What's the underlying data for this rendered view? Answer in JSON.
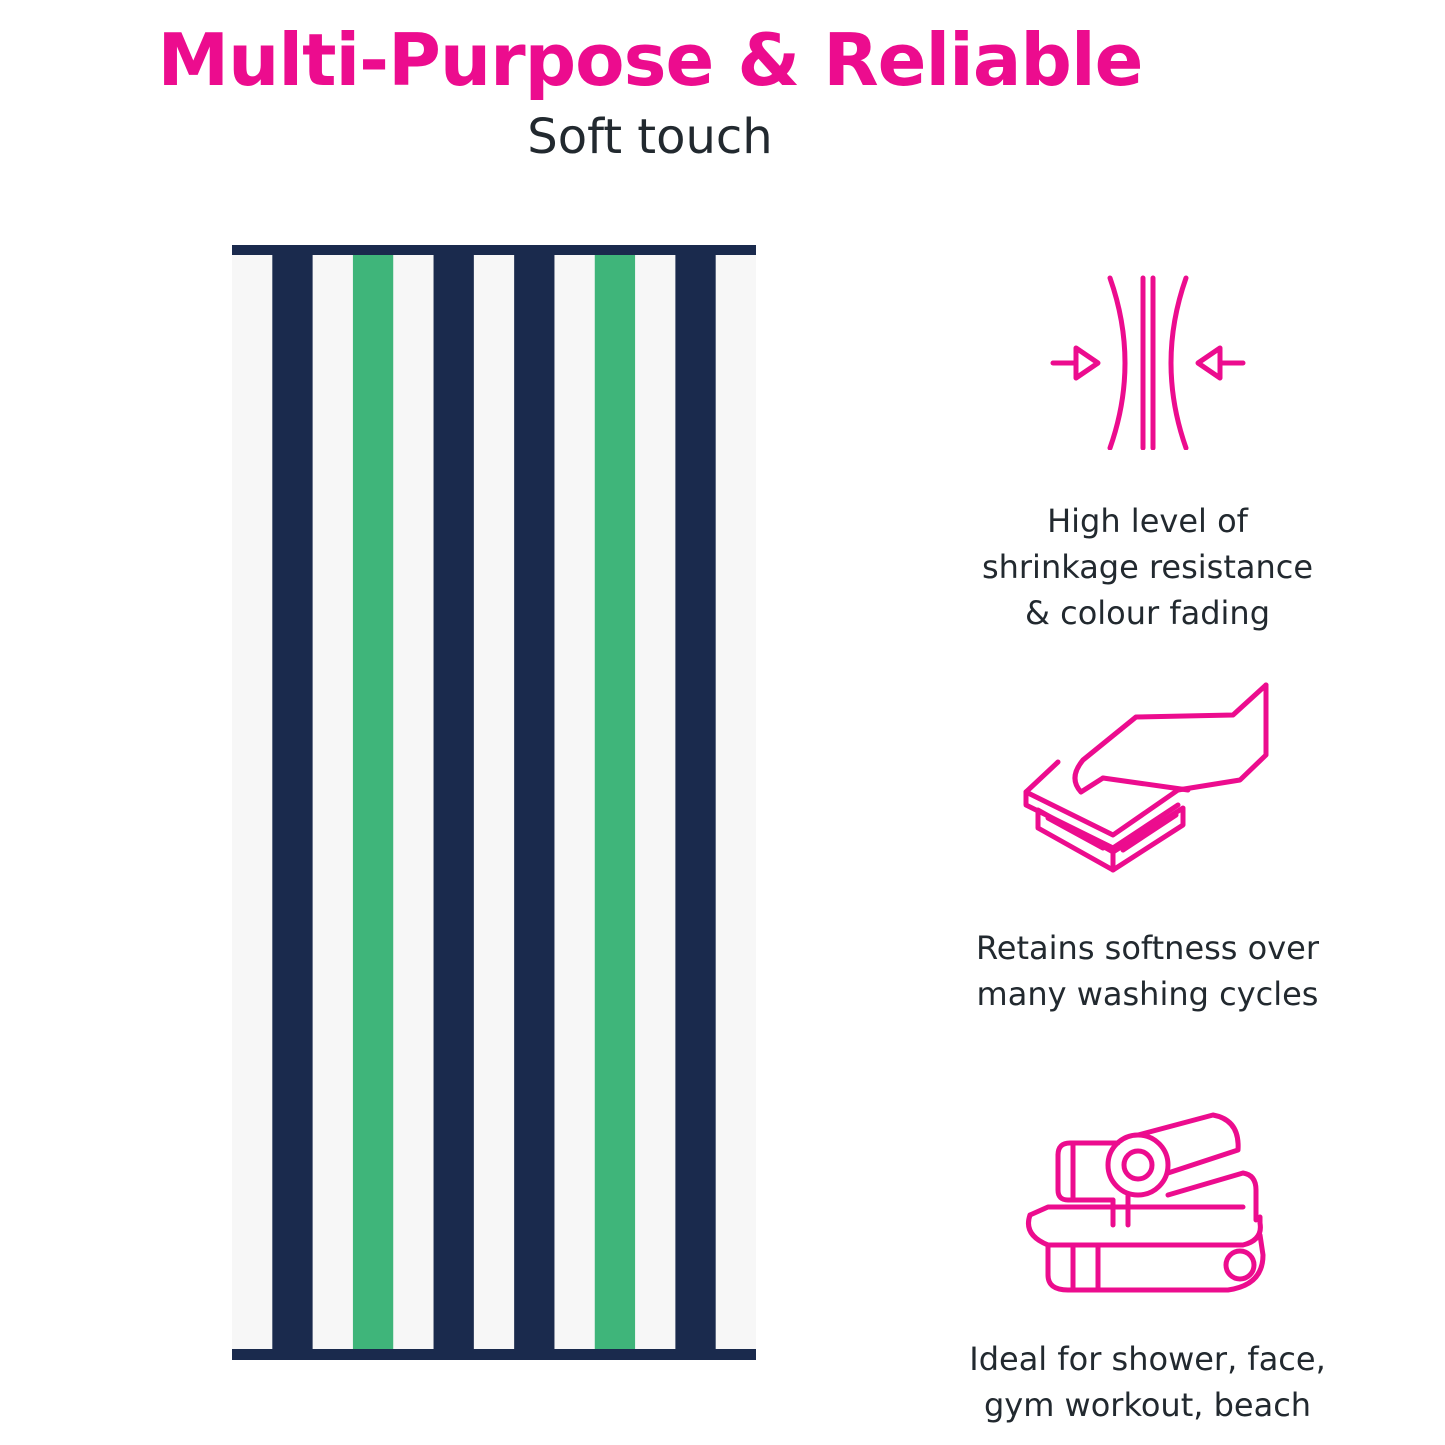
{
  "header": {
    "title": "Multi-Purpose & Reliable",
    "subtitle": "Soft touch"
  },
  "colors": {
    "accent": "#EC0C8E",
    "text": "#22292f",
    "towel_navy": "#1a2a4d",
    "towel_green": "#3fb57a",
    "towel_white": "#f7f7f7"
  },
  "towel": {
    "stripe_pattern": [
      "white",
      "navy",
      "white",
      "green",
      "white",
      "navy",
      "white",
      "navy",
      "white",
      "green",
      "white",
      "navy",
      "white"
    ]
  },
  "features": [
    {
      "icon": "shrink-resistance-icon",
      "lines": [
        "High level of",
        "shrinkage resistance",
        "& colour fading"
      ]
    },
    {
      "icon": "hand-on-towels-icon",
      "lines": [
        "Retains softness over",
        "many washing cycles"
      ]
    },
    {
      "icon": "rolled-towels-icon",
      "lines": [
        "Ideal for shower, face,",
        "gym workout, beach"
      ]
    }
  ]
}
